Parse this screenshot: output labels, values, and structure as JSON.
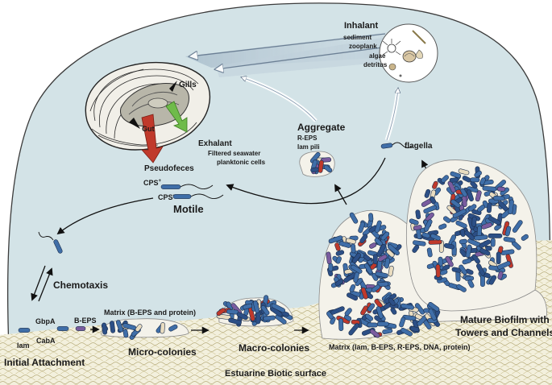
{
  "colors": {
    "water": "#d3e3e7",
    "sediment": "#f2efdc",
    "bacteria_blue": "#3f6ea8",
    "bacteria_dark": "#2c4f86",
    "bacteria_red": "#c0392b",
    "bacteria_beige": "#e9dcc0",
    "bacteria_purple": "#7a5c9f",
    "arrow_red": "#c0392b",
    "arrow_green": "#6fbb4a"
  },
  "icons": [
    "oyster-icon",
    "plankton-circle-icon",
    "bacterium-icon"
  ],
  "labels": {
    "inhalant": "Inhalant",
    "inhalant_items": [
      "sediment",
      "zooplank",
      "algae",
      "detritus"
    ],
    "gills": "Gills",
    "gut": "Gut",
    "exhalant": "Exhalant",
    "exhalant_items": [
      "Filtered seawater",
      "planktonic cells"
    ],
    "pseudofeces": "Pseudofeces",
    "aggregate": "Aggregate",
    "aggregate_items": [
      "R-EPS",
      "lam pili"
    ],
    "flagella": "flagella",
    "cps_plus": "CPS",
    "cps_plus_sup": "+",
    "cps_minus": "CPS",
    "cps_minus_sup": "-",
    "motile": "Motile",
    "chemotaxis": "Chemotaxis",
    "gbpa": "GbpA",
    "b_eps": "B-EPS",
    "lam": "lam",
    "caba": "CabA",
    "matrix_top": "Matrix (B-EPS and protein)",
    "initial_attachment": "Initial Attachment",
    "micro_colonies": "Micro-colonies",
    "macro_colonies": "Macro-colonies",
    "matrix_bottom": "Matrix (lam, B-EPS, R-EPS, DNA, protein)",
    "mature_biofilm_1": "Mature Biofilm with",
    "mature_biofilm_2": "Towers and Channels",
    "surface": "Estuarine Biotic surface"
  }
}
